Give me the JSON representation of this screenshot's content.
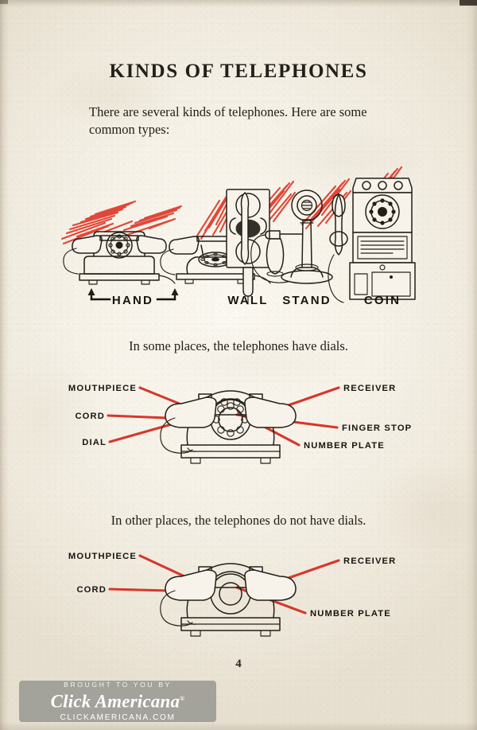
{
  "page": {
    "title": "KINDS OF TELEPHONES",
    "intro": "There are several kinds of telephones. Here are some common types:",
    "page_number": "4",
    "paper_color": "#f6f2e8",
    "ink_color": "#221f19",
    "accent_color": "#d6372b"
  },
  "types_figure": {
    "labels": {
      "hand": "HAND",
      "wall": "WALL",
      "stand": "STAND",
      "coin": "COIN"
    },
    "items": [
      {
        "name": "desk-phone-front-dial",
        "group": "HAND"
      },
      {
        "name": "desk-phone-cradle",
        "group": "HAND"
      },
      {
        "name": "wall-phone",
        "group": "WALL"
      },
      {
        "name": "candlestick-phone",
        "group": "STAND"
      },
      {
        "name": "pay-phone",
        "group": "COIN"
      }
    ]
  },
  "dial_figure": {
    "caption": "In some places, the telephones have dials.",
    "callouts_left": [
      {
        "label": "MOUTHPIECE"
      },
      {
        "label": "CORD"
      },
      {
        "label": "DIAL"
      }
    ],
    "callouts_right": [
      {
        "label": "RECEIVER"
      },
      {
        "label": "FINGER STOP"
      },
      {
        "label": "NUMBER PLATE"
      }
    ]
  },
  "nodial_figure": {
    "caption": "In other places, the telephones do not have dials.",
    "callouts_left": [
      {
        "label": "MOUTHPIECE"
      },
      {
        "label": "CORD"
      }
    ],
    "callouts_right": [
      {
        "label": "RECEIVER"
      },
      {
        "label": "NUMBER PLATE"
      }
    ]
  },
  "watermark": {
    "top": "BROUGHT TO YOU BY",
    "brand": "Click Americana",
    "registered": "®",
    "url": "CLICKAMERICANA.COM"
  }
}
